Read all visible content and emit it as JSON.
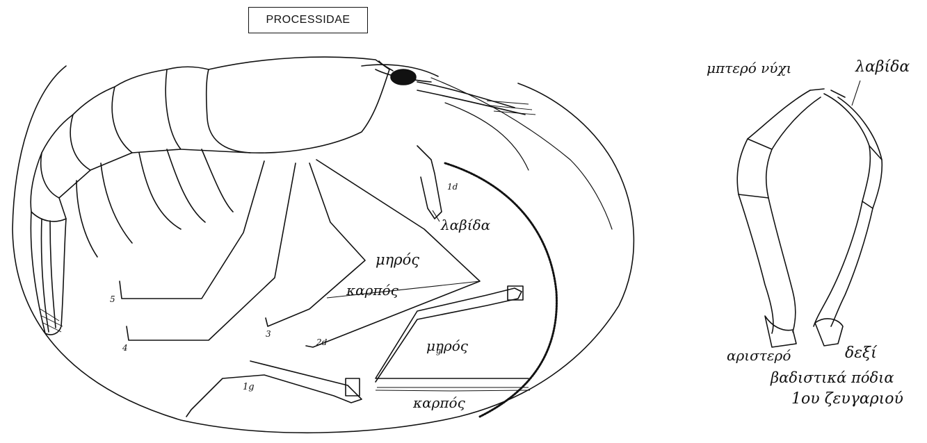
{
  "title": "PROCESSIDAE",
  "labels": {
    "right_claw_tip": "μπτερό νύχι",
    "right_labida": "λαβίδα",
    "right_left": "αριστερό",
    "right_right": "δεξί",
    "caption_line1": "βαδιστικά πόδια",
    "caption_line2": "1ου ζευγαριού",
    "body_labida": "λαβίδα",
    "mid_mipros": "μηρός",
    "mid_karpos": "καρπός",
    "low_mipros": "μηρός",
    "low_karpos": "καρπός"
  },
  "leg_numbers": {
    "n1d": "1d",
    "n5": "5",
    "n4": "4",
    "n3": "3",
    "n2d": "2d",
    "n1g": "1g",
    "ng": "g"
  }
}
